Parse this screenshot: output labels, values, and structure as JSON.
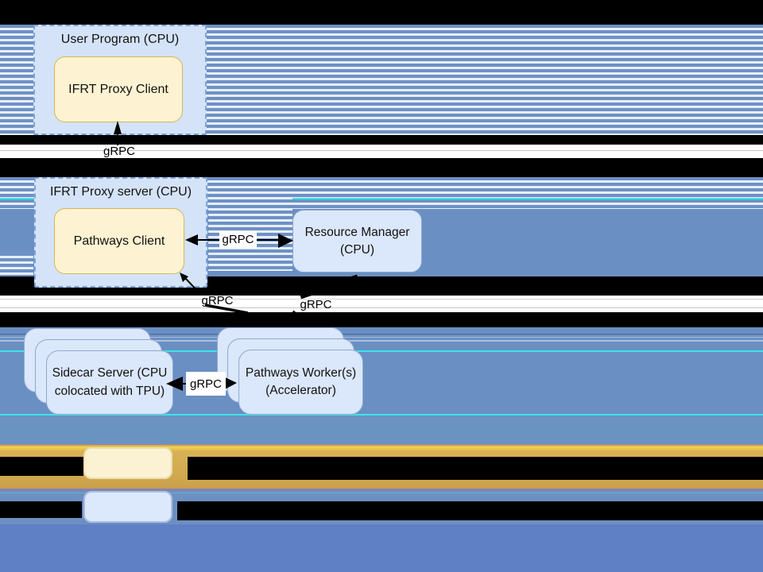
{
  "nodes": {
    "user_program": {
      "label": "User Program (CPU)"
    },
    "ifrt_proxy_client": {
      "label": "IFRT Proxy Client"
    },
    "ifrt_proxy_server": {
      "label": "IFRT Proxy server (CPU)"
    },
    "pathways_client": {
      "label": "Pathways Client"
    },
    "resource_manager": {
      "lines": [
        "Resource Manager",
        "(CPU)"
      ]
    },
    "sidecar_server": {
      "lines": [
        "Sidecar Server (CPU",
        "colocated with TPU)"
      ]
    },
    "pathways_workers": {
      "lines": [
        "Pathways Worker(s)",
        "(Accelerator)"
      ]
    }
  },
  "edges": {
    "proxy_client_up": {
      "label": "gRPC"
    },
    "client_rm": {
      "label": "gRPC"
    },
    "server_down": {
      "label": "gRPC"
    },
    "rm_down": {
      "label": "gRPC"
    },
    "sidecar_worker": {
      "label": "gRPC"
    }
  },
  "legend": {
    "swatches": [
      {
        "name": "yellow-swatch",
        "color": "#fbf2d3"
      },
      {
        "name": "blue-swatch",
        "color": "#dce8fb"
      }
    ]
  },
  "colors": {
    "stripe_blue": "#6e91c4",
    "stripe_light": "#e6eefb",
    "solid_blue": "#6a8fc3",
    "bottom_blue": "#5f80c5",
    "gold_band": "#d2a94f",
    "cyan_line": "#3fe3e9",
    "node_yellow_fill": "#fdf3d2",
    "node_yellow_border": "#d6b656",
    "node_blue_fill": "#dbe7fa",
    "node_blue_border": "#8aa6d2",
    "container_fill": "#d4e3f7",
    "container_border": "#7ca2da",
    "arrow": "#000000"
  }
}
